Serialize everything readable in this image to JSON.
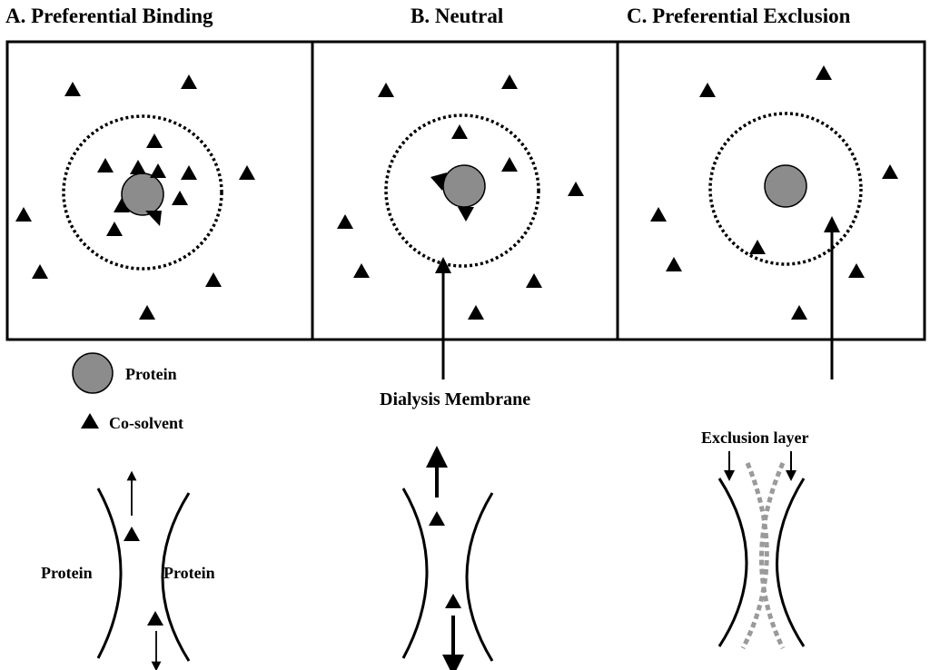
{
  "panels": [
    {
      "title": "A. Preferential Binding"
    },
    {
      "title": "B. Neutral"
    },
    {
      "title": "C. Preferential Exclusion"
    }
  ],
  "legend": {
    "protein": "Protein",
    "cosolvent": "Co-solvent"
  },
  "annotations": {
    "dialysis_membrane": "Dialysis Membrane",
    "exclusion_layer": "Exclusion layer",
    "protein_left": "Protein",
    "protein_right": "Protein"
  },
  "colors": {
    "protein_fill": "#8c8c8c",
    "exclusion_layer": "#9a9a9a",
    "ink": "#000000"
  }
}
